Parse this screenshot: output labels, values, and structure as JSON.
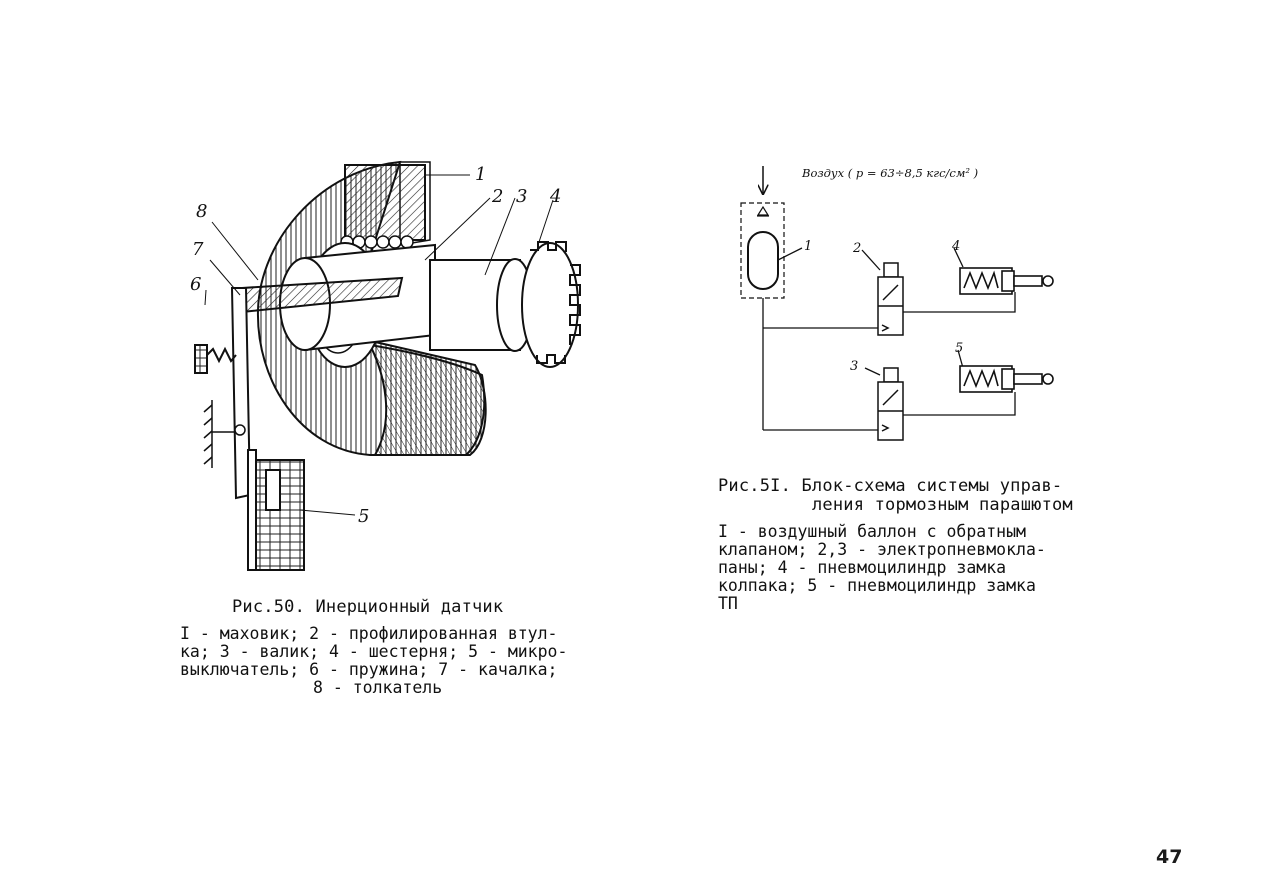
{
  "figure50": {
    "callouts": [
      "1",
      "2",
      "3",
      "4",
      "5",
      "6",
      "7",
      "8"
    ],
    "caption_title": "Рис.50. Инерционный датчик",
    "caption_lines": [
      "I - маховик; 2 - профилированная втул-",
      "ка; 3 - валик; 4 - шестерня; 5 - микро-",
      "выключатель; 6 - пружина; 7 - качалка;",
      "8 - толкатель"
    ]
  },
  "figure51": {
    "air_label": "Воздух ( p = 63÷8,5 кгс/см² )",
    "callouts": [
      "1",
      "2",
      "3",
      "4",
      "5"
    ],
    "caption_title_lines": [
      "Рис.5I. Блок-схема системы управ-",
      "ления тормозным парашютом"
    ],
    "caption_lines": [
      "I - воздушный баллон с обратным",
      "клапаном; 2,3 - электропневмокла-",
      "паны; 4 - пневмоцилиндр замка",
      "колпака; 5 - пневмоцилиндр замка",
      "ТП"
    ]
  },
  "page_number": "47"
}
